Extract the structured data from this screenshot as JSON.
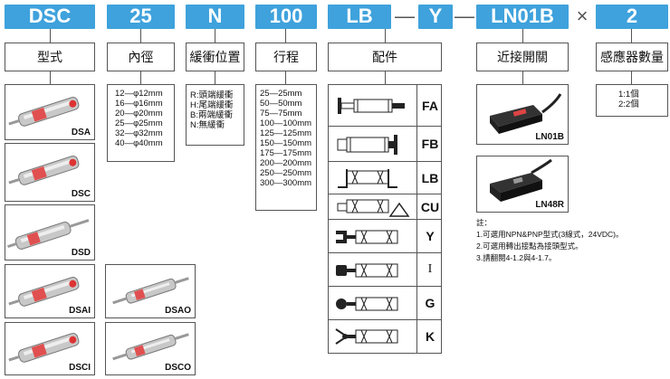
{
  "codes": [
    "DSC",
    "25",
    "N",
    "100",
    "LB",
    "Y",
    "LN01B",
    "2"
  ],
  "separators": [
    "—",
    "—",
    "×"
  ],
  "headers": {
    "type": "型式",
    "bore": "內徑",
    "cushion": "緩衝位置",
    "stroke": "行程",
    "fitting": "配件",
    "switch": "近接開關",
    "qty": "感應器數量"
  },
  "types": [
    "DSA",
    "DSC",
    "DSD",
    "DSAI",
    "DSAO",
    "DSCI",
    "DSCO"
  ],
  "bores": [
    "12—φ12mm",
    "16—φ16mm",
    "20—φ20mm",
    "25—φ25mm",
    "32—φ32mm",
    "40—φ40mm"
  ],
  "cushions": [
    "R:頭端緩衝",
    "H:尾端緩衝",
    "B:兩端緩衝",
    "N:無緩衝"
  ],
  "strokes": [
    "25—25mm",
    "50—50mm",
    "75—75mm",
    "100—100mm",
    "125—125mm",
    "150—150mm",
    "175—175mm",
    "200—200mm",
    "250—250mm",
    "300—300mm"
  ],
  "fittings": [
    "FA",
    "FB",
    "LB",
    "CU",
    "Y",
    "I",
    "G",
    "K"
  ],
  "switches": [
    "LN01B",
    "LN48R"
  ],
  "quantities": [
    "1:1個",
    "2:2個"
  ],
  "notes": {
    "title": "註：",
    "lines": [
      "1.可選用NPN&PNP型式(3線式，24VDC)。",
      "2.可選用轉出接點為接頭型式。",
      "3.請翻閱4-1.2與4-1.7。"
    ]
  },
  "colors": {
    "code_bg": "#3fa2dc",
    "line": "#555555"
  }
}
